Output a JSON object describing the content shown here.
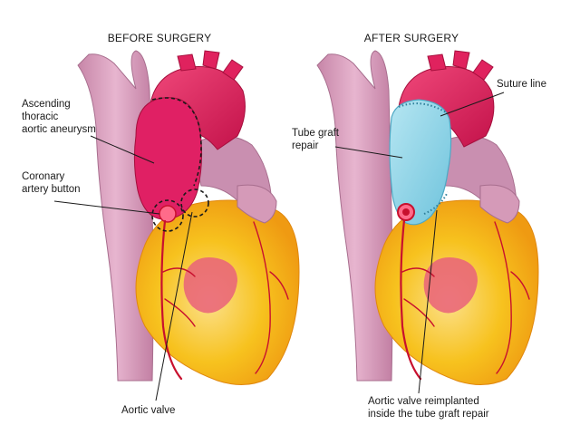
{
  "titles": {
    "before": "BEFORE SURGERY",
    "after": "AFTER SURGERY"
  },
  "labels": {
    "aneurysm": [
      "Ascending",
      "thoracic",
      "aortic aneurysm"
    ],
    "coronary_button": [
      "Coronary",
      "artery button"
    ],
    "aortic_valve": "Aortic valve",
    "suture_line": "Suture line",
    "tube_graft": [
      "Tube graft",
      "repair"
    ],
    "valve_reimplanted": [
      "Aortic valve reimplanted",
      "inside the tube graft repair"
    ]
  },
  "colors": {
    "aorta_red": "#dc1e5a",
    "vein_mauve": "#d59ab8",
    "heart_yellow": "#f7c21e",
    "heart_orange": "#f39c12",
    "graft_blue": "#8fd3e6",
    "artery_red": "#c8102e"
  }
}
